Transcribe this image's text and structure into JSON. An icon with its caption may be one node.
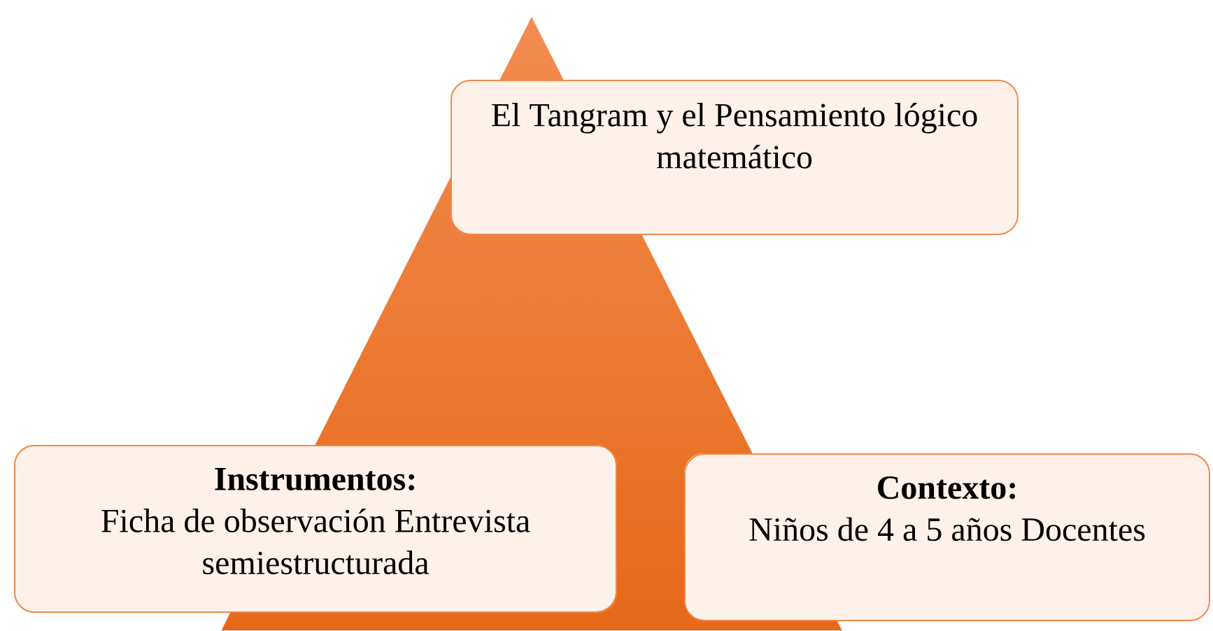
{
  "diagram": {
    "nodes": [
      {
        "text": [
          "El Tangram y el Pensamiento lógico matemático"
        ]
      },
      {
        "text": [
          "Instrumentos:",
          "Ficha de observación Entrevista semiestructurada"
        ]
      },
      {
        "text": [
          "Contexto:",
          "Niños de 4 a 5 años Docentes"
        ]
      }
    ]
  }
}
